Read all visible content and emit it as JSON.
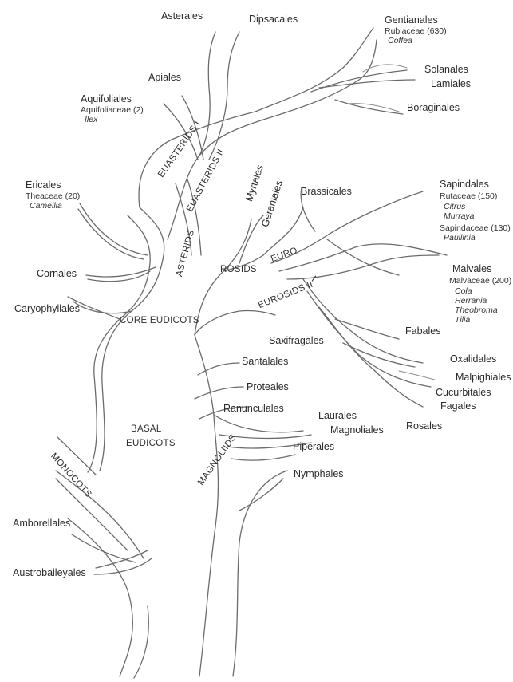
{
  "orders": {
    "asterales": "Asterales",
    "dipsacales": "Dipsacales",
    "gentianales": "Gentianales",
    "solanales": "Solanales",
    "lamiales": "Lamiales",
    "boraginales": "Boraginales",
    "apiales": "Apiales",
    "aquifoliales": "Aquifoliales",
    "ericales": "Ericales",
    "cornales": "Cornales",
    "caryophyllales": "Caryophyllales",
    "myrtales": "Myrtales",
    "geraniales": "Geraniales",
    "brassicales": "Brassicales",
    "sapindales": "Sapindales",
    "malvales": "Malvales",
    "fabales": "Fabales",
    "oxalidales": "Oxalidales",
    "malpighiales": "Malpighiales",
    "cucurbitales": "Cucurbitales",
    "fagales": "Fagales",
    "rosales": "Rosales",
    "saxifragales": "Saxifragales",
    "santalales": "Santalales",
    "proteales": "Proteales",
    "ranunculales": "Ranunculales",
    "laurales": "Laurales",
    "magnoliales": "Magnoliales",
    "piperales": "Piperales",
    "nymphales": "Nymphales",
    "amborellales": "Amborellales",
    "austrobaileyales": "Austrobaileyales"
  },
  "families": {
    "rubiaceae": "Rubiaceae (630)",
    "aquifoliaceae": "Aquifoliaceae (2)",
    "theaceae": "Theaceae (20)",
    "rutaceae": "Rutaceae (150)",
    "sapindaceae": "Sapindaceae (130)",
    "malvaceae": "Malvaceae (200)"
  },
  "genera": {
    "coffea": "Coffea",
    "ilex": "Ilex",
    "camellia": "Camellia",
    "citrus": "Citrus",
    "murraya": "Murraya",
    "paullinia": "Paullinia",
    "cola": "Cola",
    "herrania": "Herrania",
    "theobroma": "Theobroma",
    "tilia": "Tilia"
  },
  "clades": {
    "euasterids_1": "EUASTERIDS I",
    "euasterids_2": "EUASTERIDS II",
    "asterids": "ASTERIDS",
    "rosids": "ROSIDS",
    "eurosids_1_part": "EURO",
    "eurosids_1_num": "I",
    "eurosids_2": "EUROSIDS II",
    "core_eudicots": "CORE EUDICOTS",
    "basal_eudicots_1": "BASAL",
    "basal_eudicots_2": "EUDICOTS",
    "monocots": "MONOCOTS",
    "magnoliids": "MAGNOLIIDS"
  },
  "colors": {
    "branch": "#6b6b6b",
    "text": "#2a2a2a"
  }
}
